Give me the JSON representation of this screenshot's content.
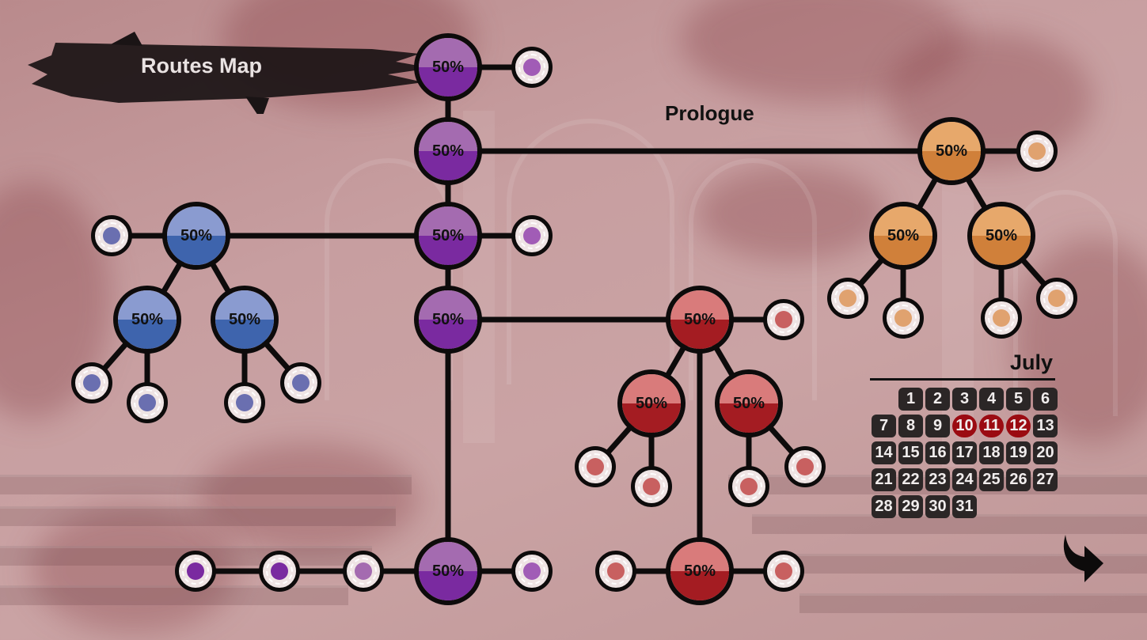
{
  "header": {
    "title": "Routes Map",
    "chapter": "Prologue"
  },
  "routes": {
    "purple": {
      "color_top": "#a46bb0",
      "color_bottom": "#7a2aa0",
      "leaf_color": "#a15cb6"
    },
    "blue": {
      "color_top": "#8a9bd0",
      "color_bottom": "#3e64ad",
      "leaf_color": "#6a6fb0"
    },
    "orange": {
      "color_top": "#e7a86b",
      "color_bottom": "#d0803a",
      "leaf_color": "#e0a26f"
    },
    "red": {
      "color_top": "#d97b7b",
      "color_bottom": "#a41c22",
      "leaf_color": "#c86060"
    }
  },
  "nodes": {
    "p1": {
      "pct": "50%"
    },
    "p2": {
      "pct": "50%"
    },
    "p3": {
      "pct": "50%"
    },
    "p4": {
      "pct": "50%"
    },
    "p5": {
      "pct": "50%"
    },
    "b1": {
      "pct": "50%"
    },
    "b2": {
      "pct": "50%"
    },
    "b3": {
      "pct": "50%"
    },
    "o1": {
      "pct": "50%"
    },
    "o2": {
      "pct": "50%"
    },
    "o3": {
      "pct": "50%"
    },
    "r1": {
      "pct": "50%"
    },
    "r2": {
      "pct": "50%"
    },
    "r3": {
      "pct": "50%"
    },
    "r4": {
      "pct": "50%"
    }
  },
  "calendar": {
    "month": "July",
    "days": [
      "1",
      "2",
      "3",
      "4",
      "5",
      "6",
      "7",
      "8",
      "9",
      "10",
      "11",
      "12",
      "13",
      "14",
      "15",
      "16",
      "17",
      "18",
      "19",
      "20",
      "21",
      "22",
      "23",
      "24",
      "25",
      "26",
      "27",
      "28",
      "29",
      "30",
      "31"
    ],
    "highlighted": [
      "10",
      "11",
      "12"
    ]
  },
  "icons": {
    "back": "curved-arrow-icon"
  }
}
